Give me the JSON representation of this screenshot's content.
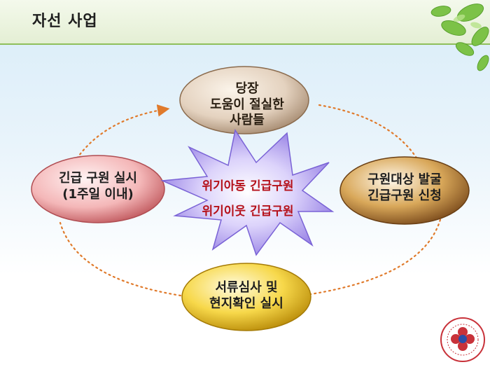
{
  "header": {
    "title": "자선 사업"
  },
  "nodes": {
    "top": [
      "당장",
      "도움이 절실한",
      "사람들"
    ],
    "right": [
      "구원대상 발굴",
      "긴급구원 신청"
    ],
    "bottom": [
      "서류심사 및",
      "현지확인 실시"
    ],
    "left": [
      "긴급 구원 실시",
      "(1주일 이내)"
    ]
  },
  "center": {
    "line1": "위기아동 긴급구원",
    "line2": "위기이웃 긴급구원"
  },
  "colors": {
    "cycle_arrow": "#e07a2b",
    "star": "#9b86e6",
    "center_text": "#b5111a"
  }
}
